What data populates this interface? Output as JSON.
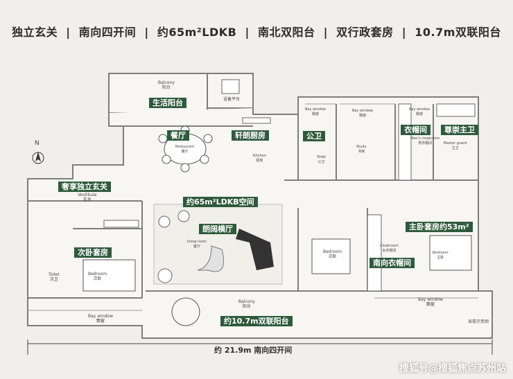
{
  "header": {
    "title": "独立玄关  |  南向四开间  |  约65m²LDKB  |  南北双阳台  |  双行政套房  |  10.7m双联阳台"
  },
  "tags": {
    "life_balcony": "生活阳台",
    "dining": "餐厅",
    "kitchen": "轩朗厨房",
    "public_wc": "公卫",
    "cloakroom": "衣帽间",
    "master_wc": "尊崇主卫",
    "vestibule": "奢享独立玄关",
    "ldkb": "约65m²LDKB空间",
    "living": "朗阔横厅",
    "second_suite": "次卧套房",
    "master_suite": "主卧套房约53m²",
    "south_cloak": "南向衣帽间",
    "south_balcony": "约10.7m双联阳台",
    "width": "约 21.9m  南向四开间"
  },
  "rooms": {
    "balcony_top_en": "Balcony",
    "balcony_top_cn": "阳台",
    "equipment": "设备平台",
    "restaurant_en": "Restaurant",
    "restaurant_cn": "餐厅",
    "kitchen_en": "Kitchen",
    "kitchen_cn": "厨房",
    "bay1_en": "Bay window",
    "bay1_cn": "飘窗",
    "toilet1_en": "Toilet",
    "toilet1_cn": "公卫",
    "bay2_en": "Bay window",
    "bay2_cn": "飘窗",
    "study_en": "Study",
    "study_cn": "书房",
    "bay3_en": "Bay window",
    "bay3_cn": "飘窗",
    "mens_en": "Men's cloakroom",
    "mens_cn": "男衣帽间",
    "guard_en": "Master guard",
    "guard_cn": "主卫",
    "vestibule_en": "Vestibule",
    "vestibule_cn": "玄关",
    "living_en": "living room",
    "living_cn": "客厅",
    "toilet2_en": "Toilet",
    "toilet2_cn": "次卫",
    "bedroom2_en": "Bedroom",
    "bedroom2_cn": "次卧",
    "baywin4_en": "Bay window",
    "baywin4_cn": "飘窗",
    "bedroom3_en": "Bedroom",
    "bedroom3_cn": "次卧",
    "cloak_en": "Cloakroom",
    "cloak_cn": "女衣帽间",
    "bedroom_m_en": "Bedroom",
    "bedroom_m_cn": "主卧",
    "baywin5_en": "Bay window",
    "baywin5_cn": "飘窗",
    "balcony_s_en": "Balcony",
    "balcony_s_cn": "阳台"
  },
  "north": "N",
  "note": "县楼示意图",
  "watermark": "搜狐号@搜狐焦点苏州站",
  "colors": {
    "tag_green": "#2f5a3c",
    "wall": "#8a8a8a",
    "floor": "#f6f5f2"
  }
}
